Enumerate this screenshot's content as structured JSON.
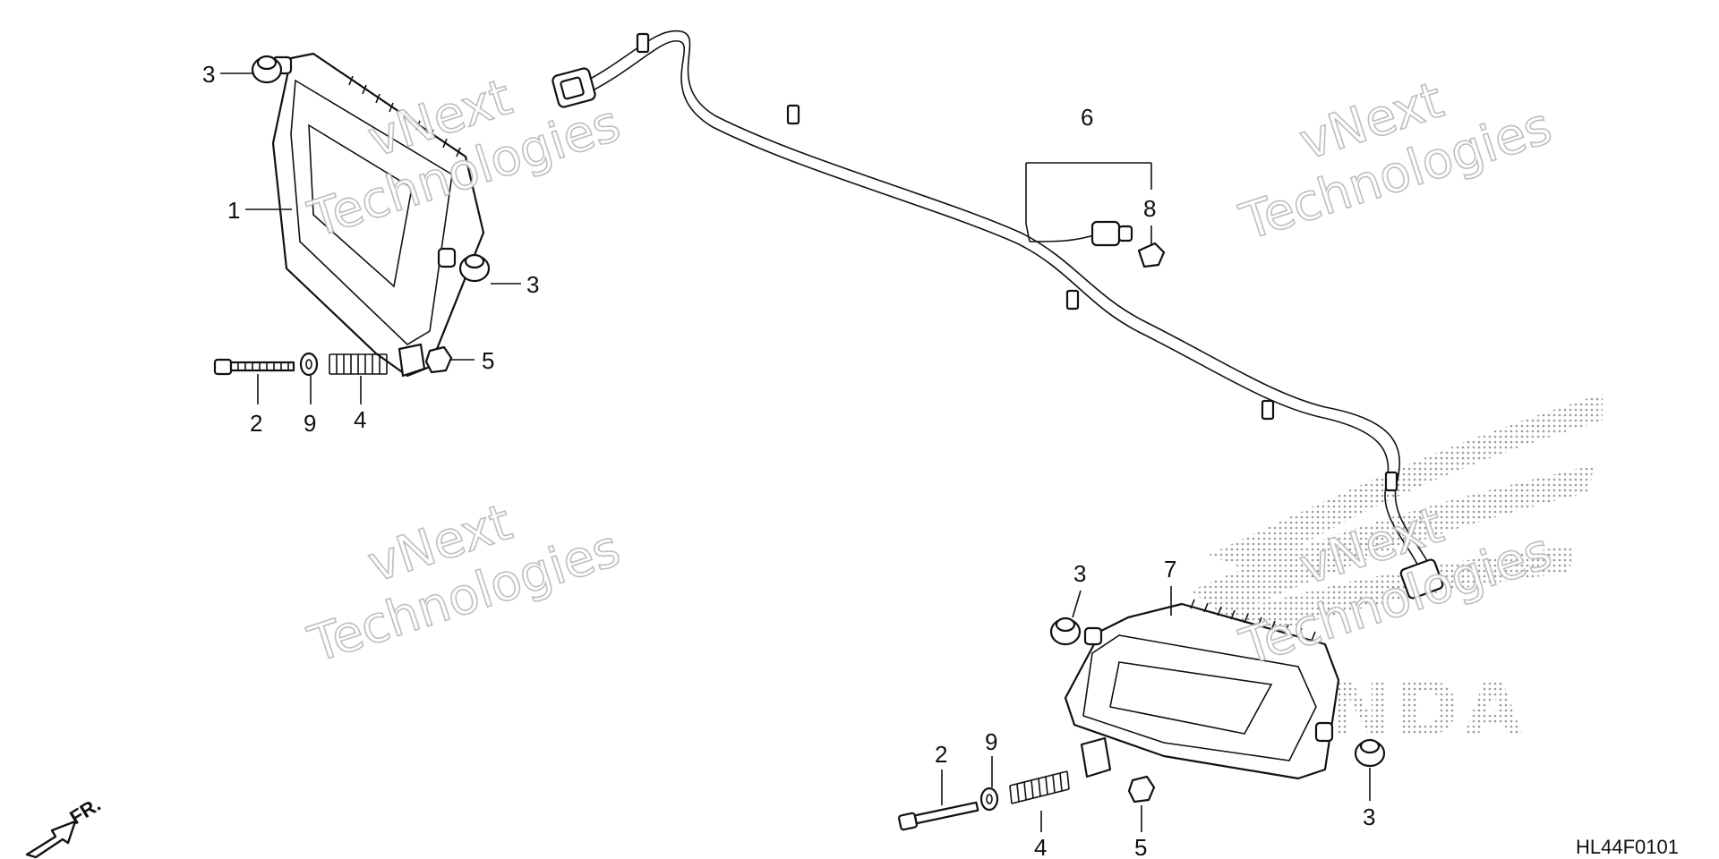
{
  "diagram": {
    "code": "HL44F0101",
    "direction_label": "FR.",
    "watermark": {
      "line1": "vNext",
      "line2": "Technologies"
    },
    "brand_logo": "HONDA",
    "part_labels": {
      "upper_headlight": "1",
      "upper_bolt": "2",
      "upper_grommet_top": "3",
      "upper_grommet_right": "3",
      "upper_spring": "4",
      "upper_nut": "5",
      "harness": "6",
      "harness_clip": "8",
      "upper_washer": "9",
      "lower_headlight": "7",
      "lower_bolt": "2",
      "lower_grommet_top": "3",
      "lower_grommet_right": "3",
      "lower_spring": "4",
      "lower_nut": "5",
      "lower_washer": "9"
    }
  }
}
